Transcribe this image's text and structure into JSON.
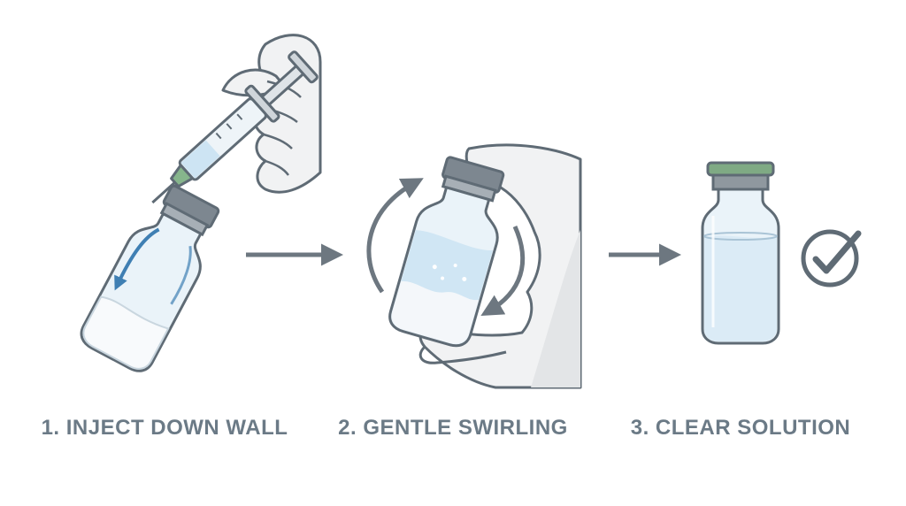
{
  "steps": [
    {
      "label": "1. INJECT DOWN WALL",
      "illustration": "syringe-injecting-vial"
    },
    {
      "label": "2. GENTLE SWIRLING",
      "illustration": "hand-swirling-vial"
    },
    {
      "label": "3. CLEAR SOLUTION",
      "illustration": "clear-vial-with-check"
    }
  ],
  "colors": {
    "outline": "#5f6b75",
    "caption": "#6b7a86",
    "glass": "#eaf3f9",
    "liquid": "#cde4f3",
    "powder": "#f4f7fa",
    "arrow_blue": "#3f7fb3",
    "cap_gray": "#7d8790",
    "cap_green": "#7faa84",
    "hand_fill": "#f1f2f3",
    "hand_shadow": "#e3e5e7"
  }
}
